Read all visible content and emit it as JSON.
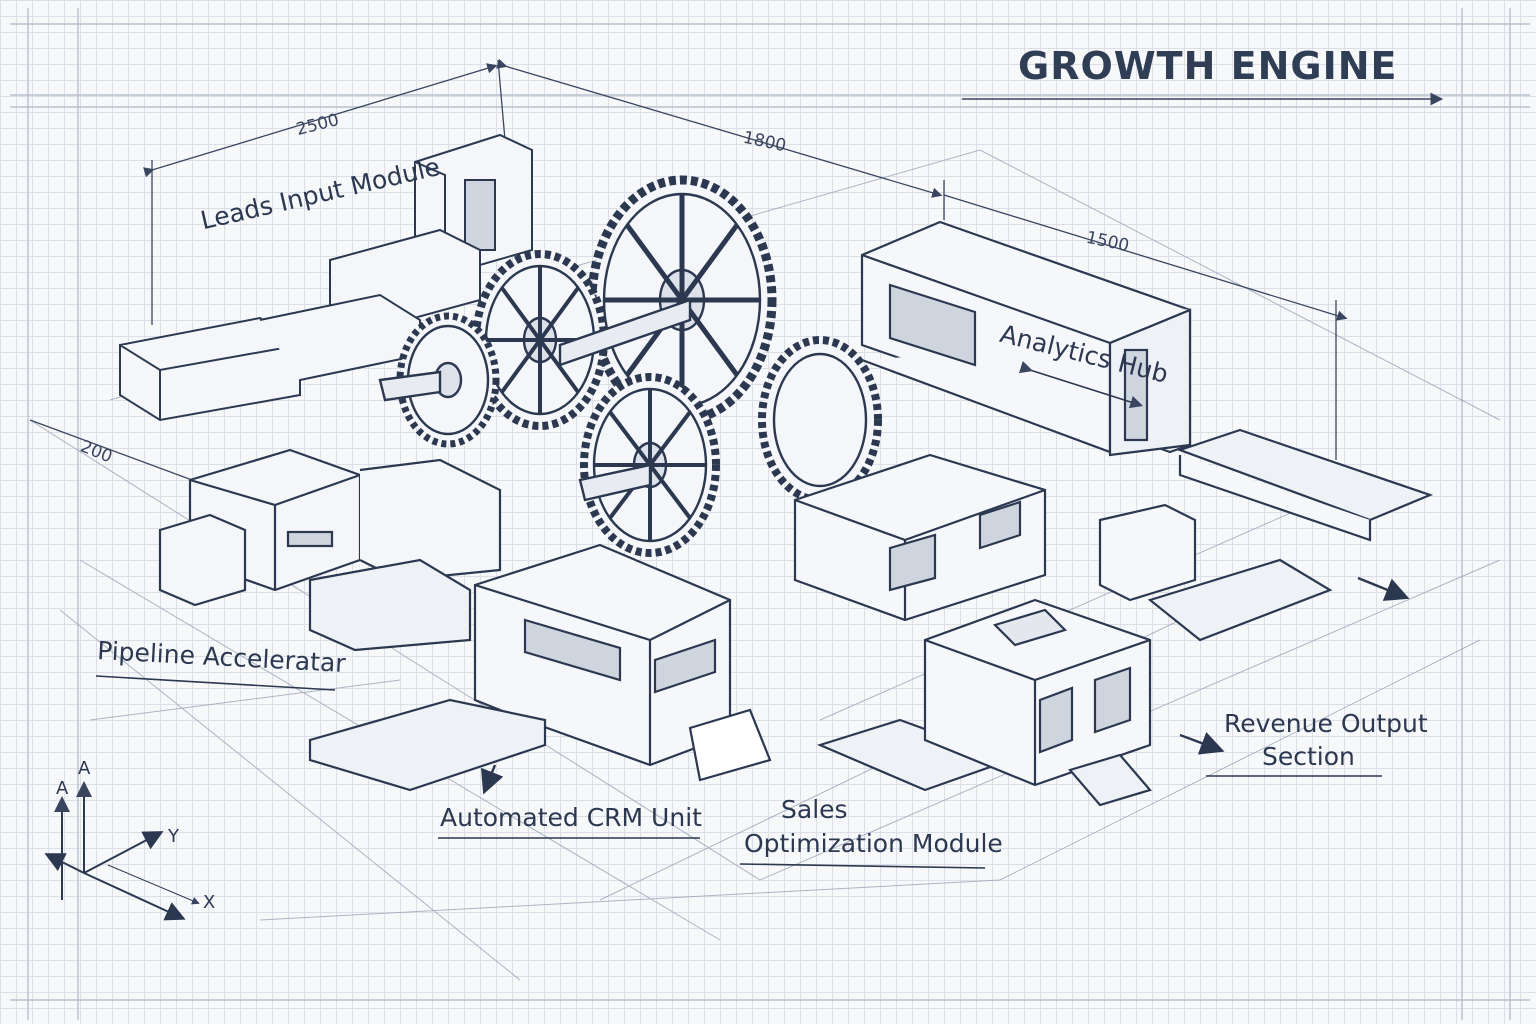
{
  "title": "GROWTH ENGINE",
  "labels": {
    "leads_input": "Leads Input Module",
    "analytics_hub": "Analytics Hub",
    "pipeline": "Pipeline Acceleratar",
    "crm": "Automated CRM Unit",
    "sales_line1": "Sales",
    "sales_line2": "Optimization Module",
    "revenue_line1": "Revenue Output",
    "revenue_line2": "Section"
  },
  "dimensions": {
    "d2500": "2500",
    "d1800": "1800",
    "d1500": "1500",
    "d200": "200"
  },
  "axes": {
    "a1": "A",
    "a2": "A",
    "y": "Y",
    "x": "X"
  },
  "colors": {
    "ink": "#2b3850",
    "grid": "#dcdfe7",
    "paper": "#f7f8fa"
  }
}
